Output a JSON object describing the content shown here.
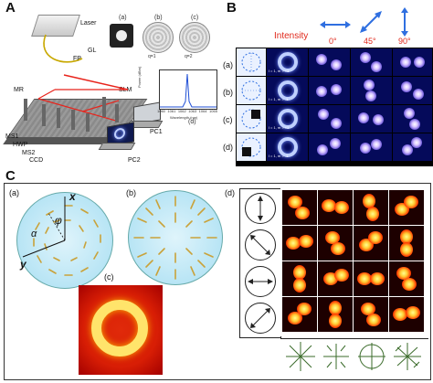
{
  "panelA": {
    "letter": "A",
    "labels": {
      "laser": "Laser",
      "fp": "FP",
      "gl": "GL",
      "mr": "MR",
      "slm": "SLM",
      "ms1": "MS1",
      "hwp": "HWP",
      "ms2": "MS2",
      "ccd": "CCD",
      "pc1": "PC1",
      "pc2": "PC2"
    },
    "insets": {
      "a": "(a)",
      "b": "(b)",
      "c": "(c)",
      "d": "(d)",
      "q1": "q=1",
      "q2": "q=2"
    },
    "spectrum": {
      "xlabel": "Wavelength (nm)",
      "ylabel": "Power (dBm)",
      "xticks": [
        "1060",
        "1061",
        "1062",
        "1063",
        "1064",
        "1065"
      ]
    }
  },
  "panelB": {
    "letter": "B",
    "intensity": "Intensity",
    "angles": [
      "0°",
      "45°",
      "90°"
    ],
    "rows": [
      "(a)",
      "(b)",
      "(c)",
      "(d)"
    ],
    "l_labels": [
      "l = 1, m = +1",
      "l = 1, m = -1",
      "l = 1, m = +1",
      "l = 1, m = -1"
    ]
  },
  "panelC": {
    "letter": "C",
    "subs": [
      "(a)",
      "(b)",
      "(c)",
      "(d)"
    ],
    "axes": {
      "x": "x",
      "y": "y",
      "phi": "φ",
      "alpha": "α"
    }
  },
  "colors": {
    "arrow_blue": "#2f6fe0",
    "intensity_red": "#e0281b",
    "disk_cyan": "#a7def2",
    "mode_blue": "#0a1270",
    "hot_red": "#d81e05"
  }
}
